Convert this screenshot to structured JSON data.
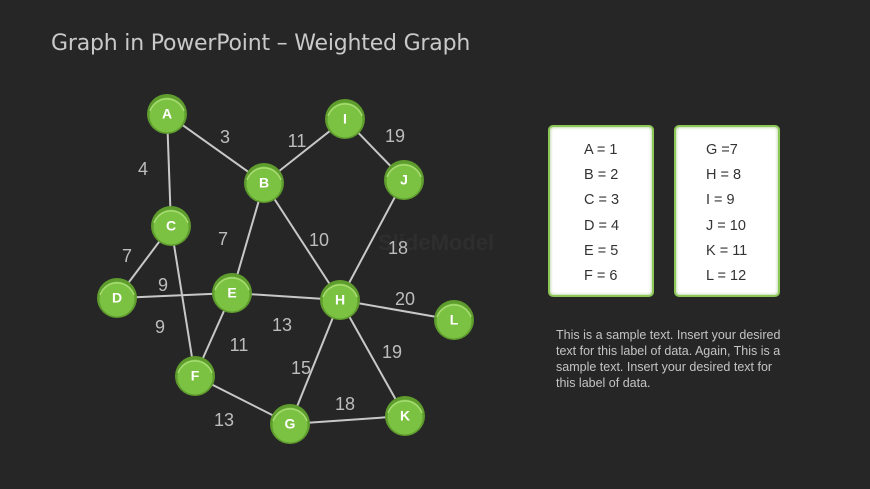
{
  "title": "Graph in PowerPoint – Weighted Graph",
  "watermark": "SlideModel",
  "colors": {
    "background": "#262626",
    "node": "#7cc242",
    "node_ring": "#5f9c2e",
    "edge": "#c8c8c8",
    "legend_border": "#8cc656"
  },
  "graph": {
    "nodes": [
      {
        "id": "A"
      },
      {
        "id": "B"
      },
      {
        "id": "C"
      },
      {
        "id": "D"
      },
      {
        "id": "E"
      },
      {
        "id": "F"
      },
      {
        "id": "G"
      },
      {
        "id": "H"
      },
      {
        "id": "I"
      },
      {
        "id": "J"
      },
      {
        "id": "K"
      },
      {
        "id": "L"
      }
    ],
    "edges": [
      {
        "from": "A",
        "to": "B",
        "weight": "3"
      },
      {
        "from": "A",
        "to": "C",
        "weight": "4"
      },
      {
        "from": "B",
        "to": "I",
        "weight": "11"
      },
      {
        "from": "I",
        "to": "J",
        "weight": "19"
      },
      {
        "from": "B",
        "to": "E",
        "weight": "7"
      },
      {
        "from": "B",
        "to": "H",
        "weight": "10"
      },
      {
        "from": "J",
        "to": "H",
        "weight": "18"
      },
      {
        "from": "C",
        "to": "D",
        "weight": "7"
      },
      {
        "from": "C",
        "to": "F",
        "weight": "9"
      },
      {
        "from": "D",
        "to": "E",
        "weight": "9"
      },
      {
        "from": "E",
        "to": "H",
        "weight": "13"
      },
      {
        "from": "E",
        "to": "F",
        "weight": "11"
      },
      {
        "from": "H",
        "to": "L",
        "weight": "20"
      },
      {
        "from": "H",
        "to": "G",
        "weight": "15"
      },
      {
        "from": "H",
        "to": "K",
        "weight": "19"
      },
      {
        "from": "F",
        "to": "G",
        "weight": "13"
      },
      {
        "from": "G",
        "to": "K",
        "weight": "18"
      }
    ]
  },
  "legend": {
    "left": [
      "A = 1",
      "B = 2",
      "C = 3",
      "D = 4",
      "E = 5",
      "F = 6"
    ],
    "right": [
      "G =7",
      "H = 8",
      "I = 9",
      "J = 10",
      "K = 11",
      "L = 12"
    ]
  },
  "description": "This is a sample text. Insert your desired text for this label of data. Again, This is a sample text. Insert your desired text for this label of data."
}
